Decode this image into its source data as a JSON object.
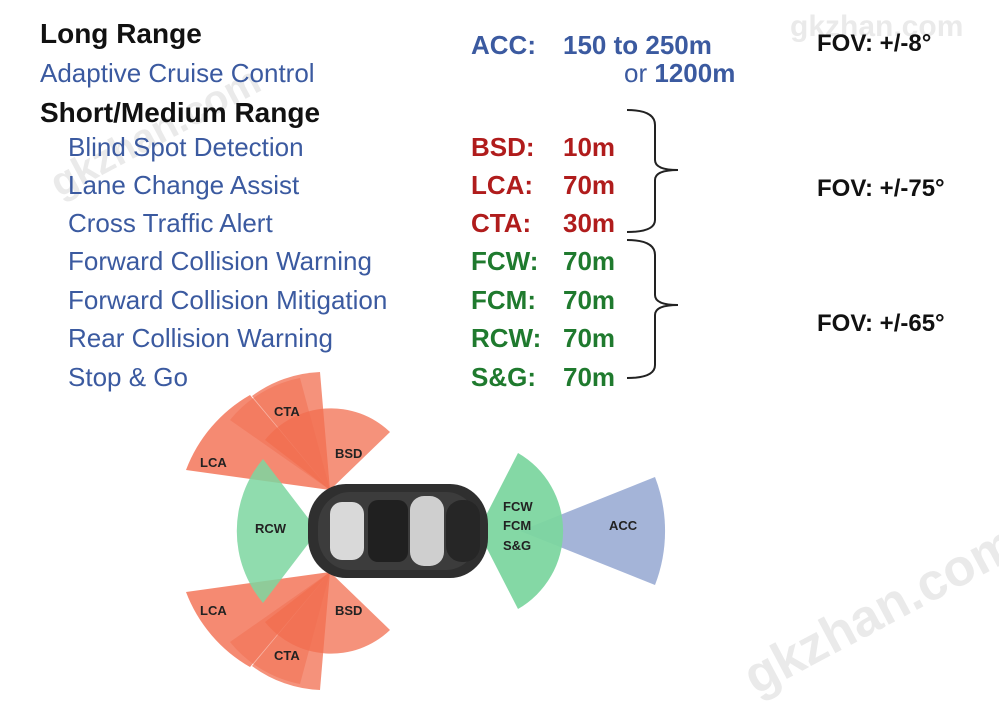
{
  "long_range": {
    "heading": "Long Range",
    "items": [
      {
        "name": "Adaptive Cruise Control",
        "code": "ACC:",
        "range": "150 to 250m",
        "range_alt_prefix": "or",
        "range_alt": "1200m"
      }
    ],
    "fov": "FOV: +/-8°"
  },
  "short_medium_range": {
    "heading": "Short/Medium Range",
    "group_red": {
      "color": "#b01c1c",
      "fov": "FOV: +/-75°",
      "items": [
        {
          "name": "Blind Spot Detection",
          "code": "BSD:",
          "range": "10m"
        },
        {
          "name": "Lane Change Assist",
          "code": "LCA:",
          "range": "70m"
        },
        {
          "name": "Cross Traffic Alert",
          "code": "CTA:",
          "range": "30m"
        }
      ]
    },
    "group_green": {
      "color": "#1f7a2e",
      "fov": "FOV: +/-65°",
      "items": [
        {
          "name": "Forward Collision Warning",
          "code": "FCW:",
          "range": "70m"
        },
        {
          "name": "Forward Collision Mitigation",
          "code": "FCM:",
          "range": "70m"
        },
        {
          "name": "Rear Collision Warning",
          "code": "RCW:",
          "range": "70m"
        },
        {
          "name": "Stop & Go",
          "code": "S&G:",
          "range": "70m"
        }
      ]
    }
  },
  "colors": {
    "heading_blue": "#3b5aa0",
    "orange_zone": "#f26d4f",
    "green_zone": "#7dd6a0",
    "blue_zone": "#9fb0d6"
  },
  "diagram_labels": {
    "cta_top": "CTA",
    "lca_top": "LCA",
    "bsd_top": "BSD",
    "rcw": "RCW",
    "fcw": "FCW",
    "fcm": "FCM",
    "sg": "S&G",
    "acc": "ACC",
    "lca_bottom": "LCA",
    "bsd_bottom": "BSD",
    "cta_bottom": "CTA"
  },
  "watermark": "gkzhan.com"
}
